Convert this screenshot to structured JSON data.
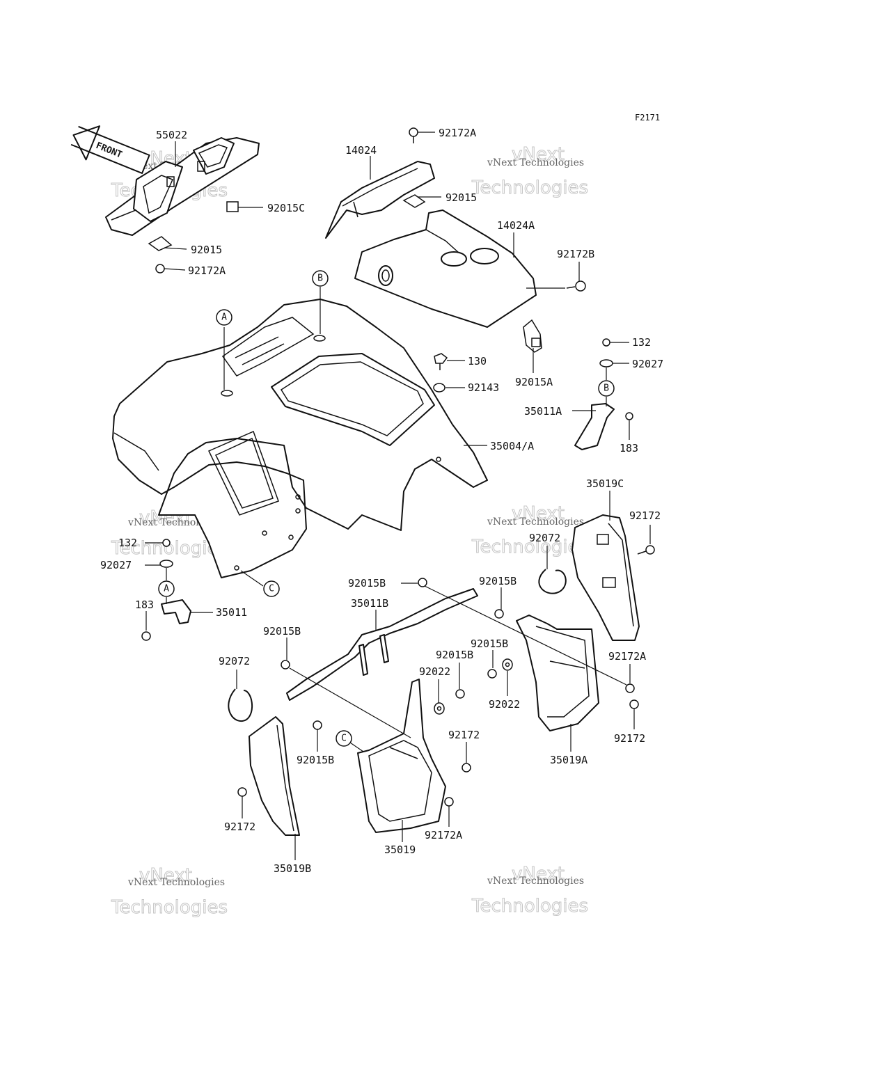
{
  "figure_ref": "F2171",
  "front_label": "FRONT",
  "watermark": {
    "line1": "vNext",
    "line2": "vNext Technologies",
    "line3": "Technologies"
  },
  "part_labels": {
    "p55022": "55022",
    "p92015C": "92015C",
    "p92015_left": "92015",
    "p92172A_left": "92172A",
    "p92172A_top": "92172A",
    "p14024": "14024",
    "p92015_top": "92015",
    "p14024A": "14024A",
    "p92172B": "92172B",
    "p132_right": "132",
    "p92027_right": "92027",
    "p130": "130",
    "p92143": "92143",
    "p92015A": "92015A",
    "p35011A": "35011A",
    "p183_right": "183",
    "p35004A": "35004/A",
    "p35019C": "35019C",
    "p92172_r1": "92172",
    "p92072_right": "92072",
    "p132_left": "132",
    "p92027_left": "92027",
    "p183_left": "183",
    "p35011": "35011",
    "p92015B_1": "92015B",
    "p35011B": "35011B",
    "p92015B_2": "92015B",
    "p92015B_3": "92015B",
    "p92015B_4": "92015B",
    "p92015B_5": "92015B",
    "p92015B_6": "92015B",
    "p92022_1": "92022",
    "p92022_2": "92022",
    "p92072_left": "92072",
    "p92172A_r": "92172A",
    "p92172_r2": "92172",
    "p35019A": "35019A",
    "p92172_mid": "92172",
    "p92172A_bottom": "92172A",
    "p35019": "35019",
    "p92172_left": "92172",
    "p35019B": "35019B"
  },
  "callouts": {
    "A_top": "A",
    "B_top": "B",
    "B_right": "B",
    "A_left": "A",
    "C_left": "C",
    "C_mid": "C"
  }
}
